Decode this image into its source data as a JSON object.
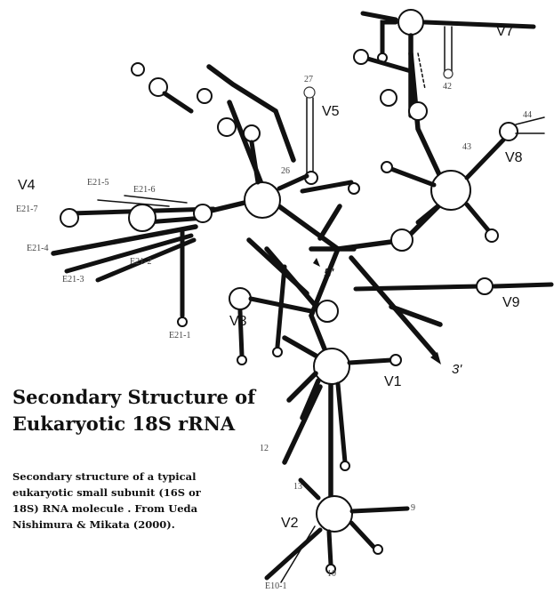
{
  "title_line1": "Secondary Structure of",
  "title_line2": "Eukaryotic 18S rRNA",
  "caption_lines": [
    "Secondary structure of a typical",
    "eukaryotic small subunit (16S or",
    "18S) RNA molecule . From Ueda",
    "Nishimura & Mikata (2000)."
  ],
  "regions": {
    "v1": "V1",
    "v2": "V2",
    "v3": "V3",
    "v4": "V4",
    "v5": "V5",
    "v7": "V7",
    "v8": "V8",
    "v9": "V9"
  },
  "ends": {
    "five_prime": "5'",
    "three_prime": "3'"
  },
  "helix_labels": {
    "h27": "27",
    "h26": "26",
    "h42": "42",
    "h43": "43",
    "h44": "44",
    "e21_5": "E21-5",
    "e21_6": "E21-6",
    "e21_7": "E21-7",
    "e21_4": "E21-4",
    "e21_3": "E21-3",
    "e21_2": "E21-2",
    "e21_1": "E21-1",
    "h12": "12",
    "h13": "13",
    "h9": "9",
    "h10": "10",
    "e10_1": "E10-1"
  },
  "colors": {
    "ink": "#111111",
    "background": "#ffffff"
  }
}
